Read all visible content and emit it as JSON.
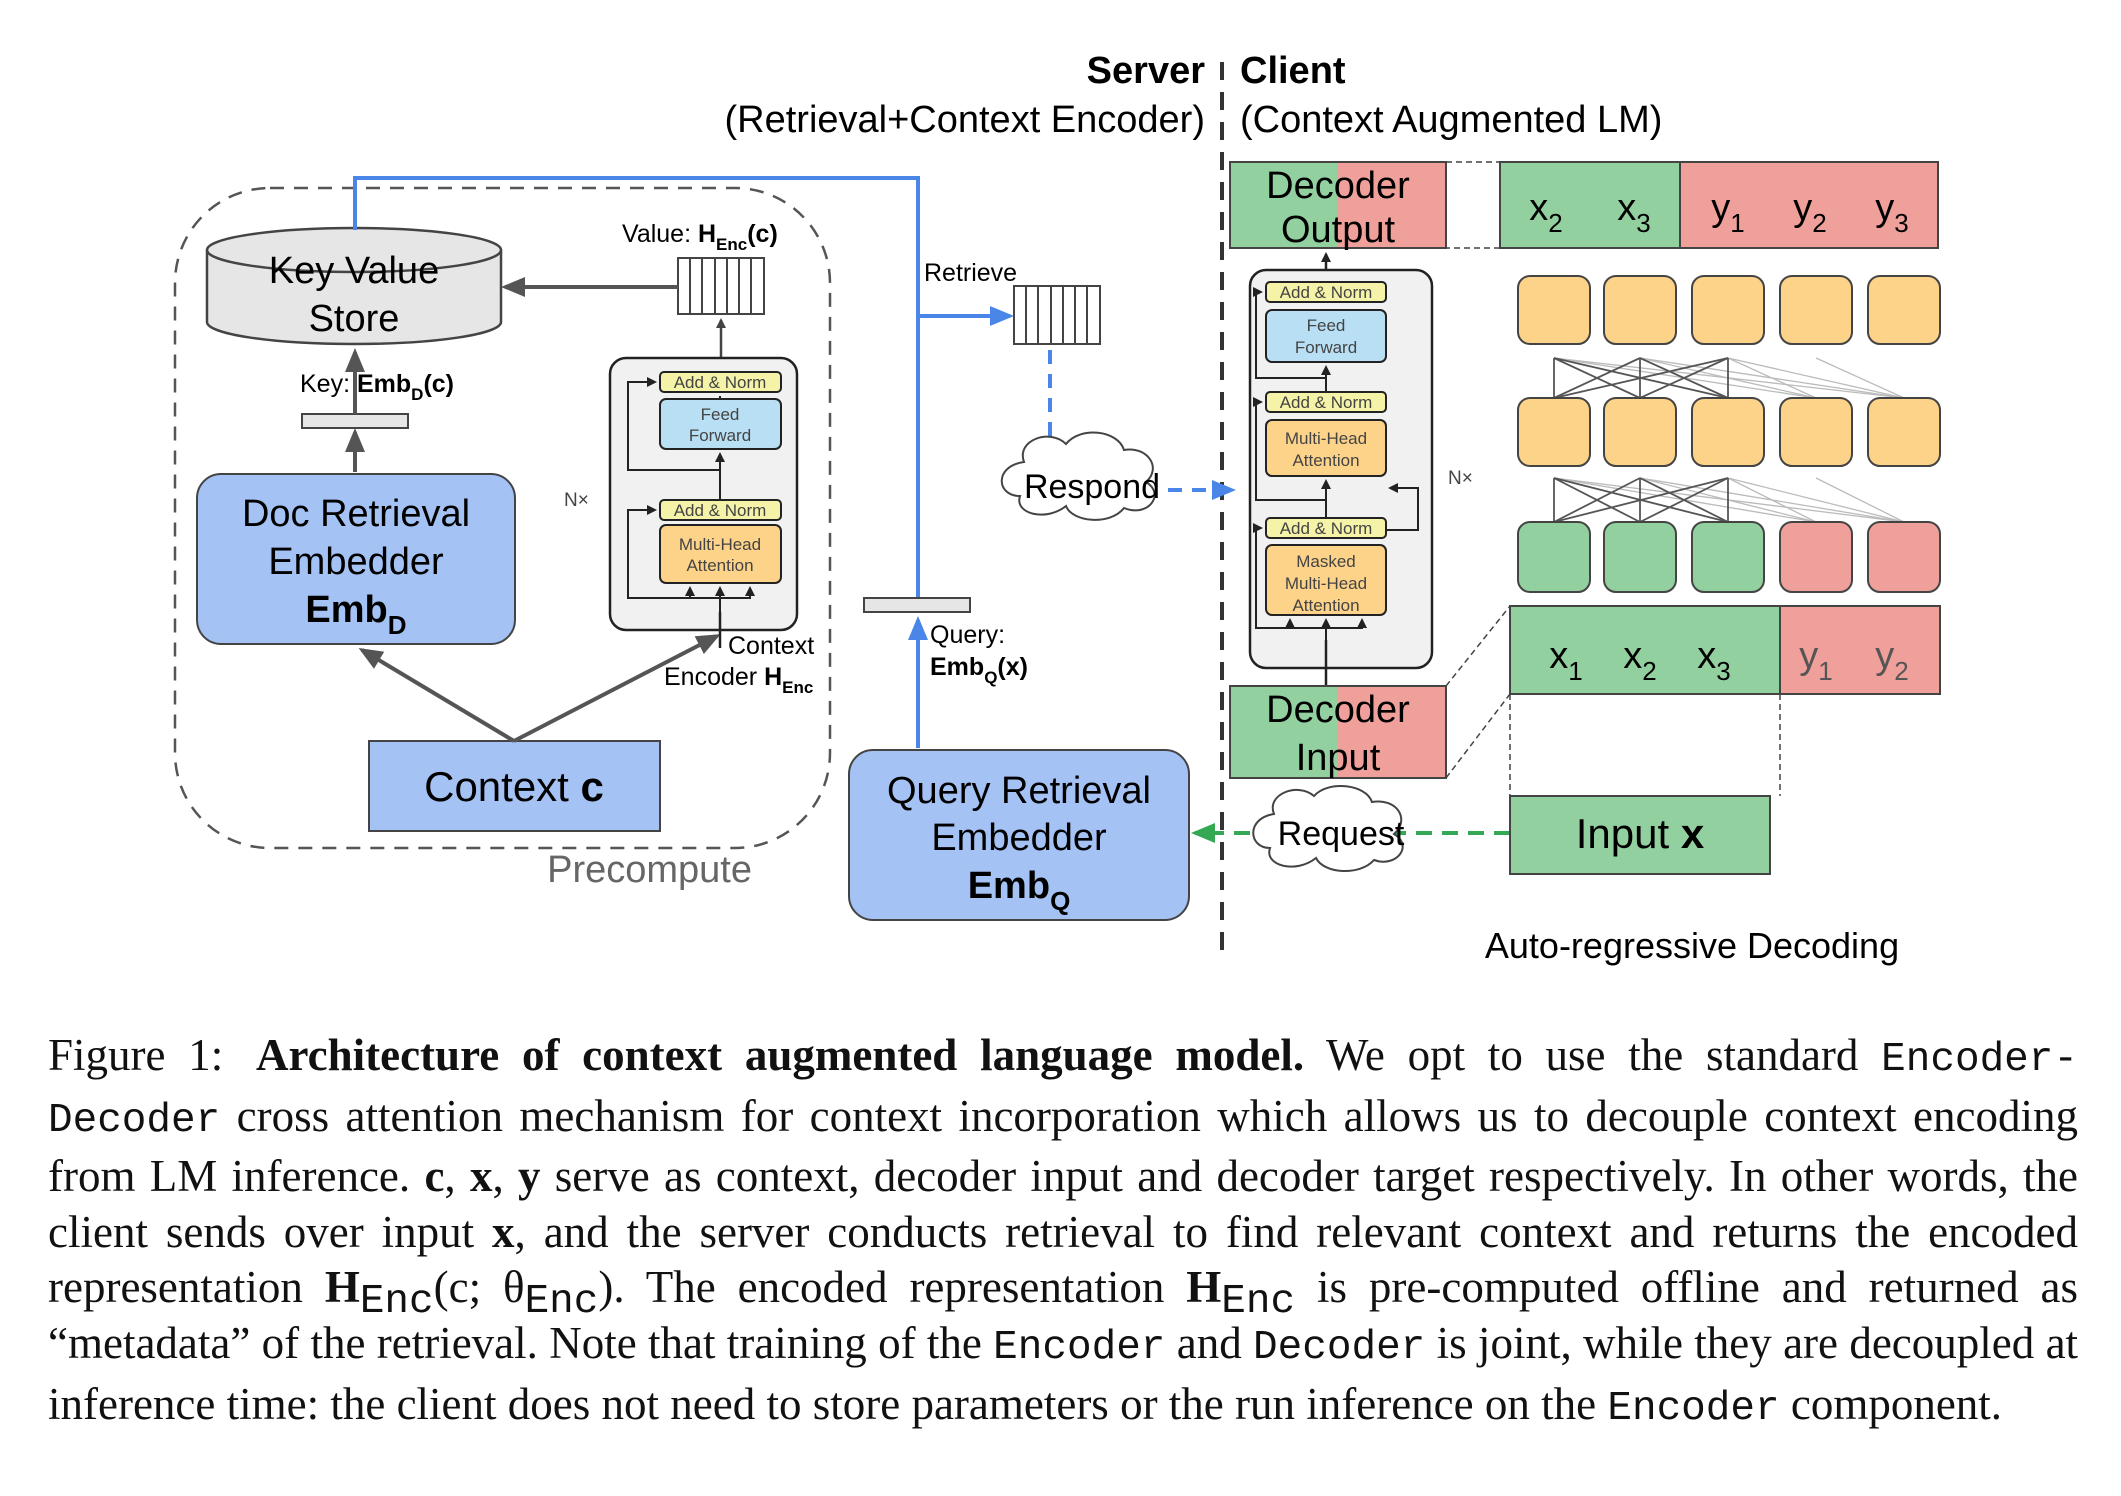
{
  "figure": {
    "server_label": "Server",
    "server_sub": "(Retrieval+Context Encoder)",
    "client_label": "Client",
    "client_sub": "(Context Augmented LM)",
    "precompute_label": "Precompute",
    "kv_store_line1": "Key Value",
    "kv_store_line2": "Store",
    "value_label_prefix": "Value: ",
    "value_label_main": "H",
    "value_label_sub": "Enc",
    "value_label_suffix": "(c)",
    "key_label_prefix": "Key: ",
    "key_label_main": "Emb",
    "key_label_sub": "D",
    "key_label_suffix": "(c)",
    "doc_embedder_line1": "Doc Retrieval",
    "doc_embedder_line2": "Embedder",
    "doc_embedder_main": "Emb",
    "doc_embedder_sub": "D",
    "context_text": "Context ",
    "context_var": "c",
    "encoder": {
      "add_norm": "Add & Norm",
      "feed_forward_1": "Feed",
      "feed_forward_2": "Forward",
      "mha_1": "Multi-Head",
      "mha_2": "Attention",
      "nx": "N×",
      "label_line1": "Context",
      "label_line2_prefix": "Encoder ",
      "label_line2_main": "H",
      "label_line2_sub": "Enc"
    },
    "retrieve_label": "Retrieve",
    "respond_label": "Respond",
    "request_label": "Request",
    "query_label_1": "Query:",
    "query_label_main": "Emb",
    "query_label_sub": "Q",
    "query_label_suffix": "(x)",
    "query_embedder_line1": "Query Retrieval",
    "query_embedder_line2": "Embedder",
    "query_embedder_main": "Emb",
    "query_embedder_sub": "Q",
    "decoder": {
      "output_1": "Decoder",
      "output_2": "Output",
      "input_1": "Decoder",
      "input_2": "Input",
      "add_norm": "Add & Norm",
      "feed_forward_1": "Feed",
      "feed_forward_2": "Forward",
      "mha_1": "Multi-Head",
      "mha_2": "Attention",
      "masked_1": "Masked",
      "masked_2": "Multi-Head",
      "masked_3": "Attention",
      "nx": "N×"
    },
    "output_tokens": [
      {
        "main": "x",
        "sub": "2"
      },
      {
        "main": "x",
        "sub": "3"
      },
      {
        "main": "y",
        "sub": "1"
      },
      {
        "main": "y",
        "sub": "2"
      },
      {
        "main": "y",
        "sub": "3"
      }
    ],
    "input_tokens": [
      {
        "main": "x",
        "sub": "1"
      },
      {
        "main": "x",
        "sub": "2"
      },
      {
        "main": "x",
        "sub": "3"
      },
      {
        "main": "y",
        "sub": "1"
      },
      {
        "main": "y",
        "sub": "2"
      }
    ],
    "input_x_text": "Input ",
    "input_x_var": "x",
    "autoregressive_label": "Auto-regressive Decoding",
    "colors": {
      "blue_box": "#a4c2f4",
      "green": "#93d0a0",
      "red": "#f0a09a",
      "orange": "#fdd38a",
      "gray": "#e6e6e6",
      "arrow_blue": "#4a86e8",
      "arrow_green": "#34a853"
    }
  },
  "caption": {
    "figure_label": "Figure 1:",
    "title": "Architecture of context augmented language model.",
    "t1": "We opt to use the standard",
    "mono1": "Encoder-Decoder",
    "t2": "cross attention mechanism for context incorporation which allows us to decouple context encoding from LM inference.",
    "v_c": "c",
    "t3": ",",
    "v_x": "x",
    "t4": ",",
    "v_y": "y",
    "t5": "serve as context, decoder input and decoder target respectively. In other words, the client sends over input",
    "v_x2": "x",
    "t6": ", and the server conducts retrieval to find relevant context and returns the encoded representation",
    "h_main": "H",
    "h_sub": "Enc",
    "t7": "(c; θ",
    "theta_sub": "Enc",
    "t8": "). The encoded representation",
    "h2_main": "H",
    "h2_sub": "Enc",
    "t9": "is pre-computed offline and returned as “metadata” of the retrieval. Note that training of the",
    "mono2": "Encoder",
    "t10": "and",
    "mono3": "Decoder",
    "t11": "is joint, while they are decoupled at inference time: the client does not need to store parameters or the run inference on the",
    "mono4": "Encoder",
    "t12": "component."
  }
}
